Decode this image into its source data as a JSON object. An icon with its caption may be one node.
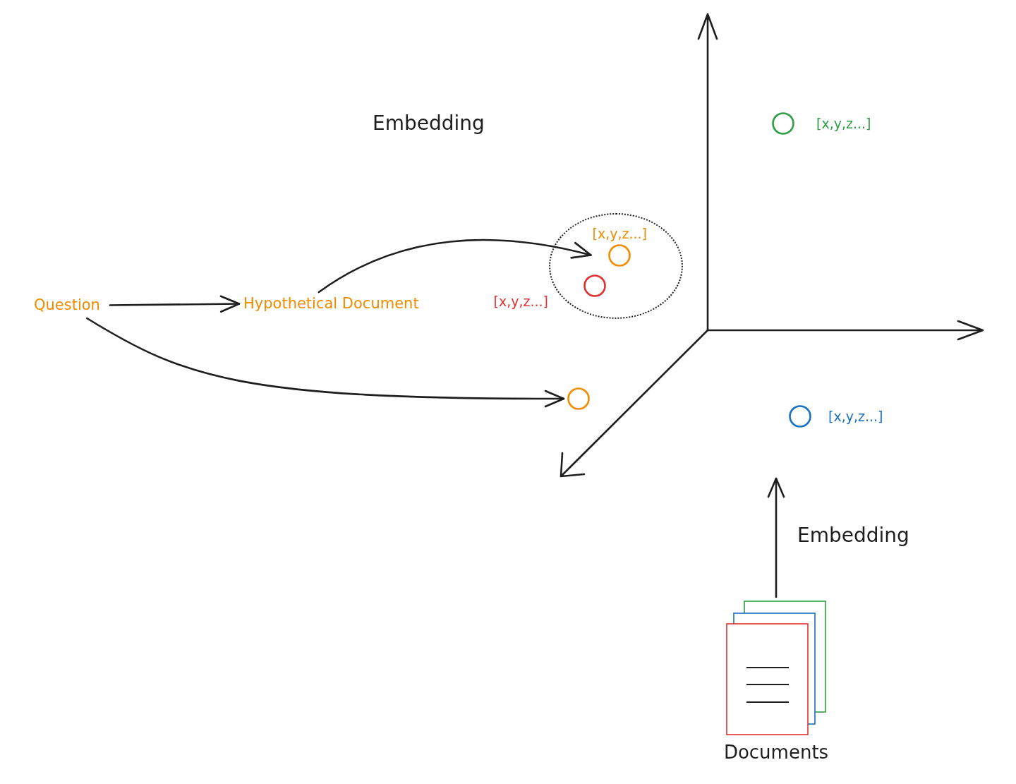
{
  "diagram": {
    "nodes": [
      {
        "text": [
          "Question"
        ]
      },
      {
        "text": [
          "Hypothetical Document"
        ]
      },
      {
        "text": [],
        "shape": "circle"
      },
      {
        "text": [],
        "shape": "circle",
        "in": 2,
        "beside": [
          "[x,y,z...]"
        ]
      },
      {
        "text": [],
        "shape": "circle",
        "in": 2,
        "beside": [
          "[x,y,z...]"
        ]
      },
      {
        "text": [],
        "shape": "circle"
      },
      {
        "text": [],
        "shape": "circle",
        "beside": [
          "[x,y,z...]"
        ]
      },
      {
        "text": [],
        "shape": "circle",
        "beside": [
          "[x,y,z...]"
        ]
      },
      {
        "text": [
          "Documents"
        ]
      }
    ],
    "edges": [
      {
        "from": 0,
        "to": 1,
        "arrow": "to"
      },
      {
        "from": 1,
        "to": 3,
        "arrow": "to"
      },
      {
        "from": 0,
        "to": 5,
        "arrow": "to"
      },
      {
        "from": 8,
        "to": null,
        "arrow": "to",
        "label": "Embedding"
      }
    ],
    "labels": [
      "Embedding"
    ]
  }
}
